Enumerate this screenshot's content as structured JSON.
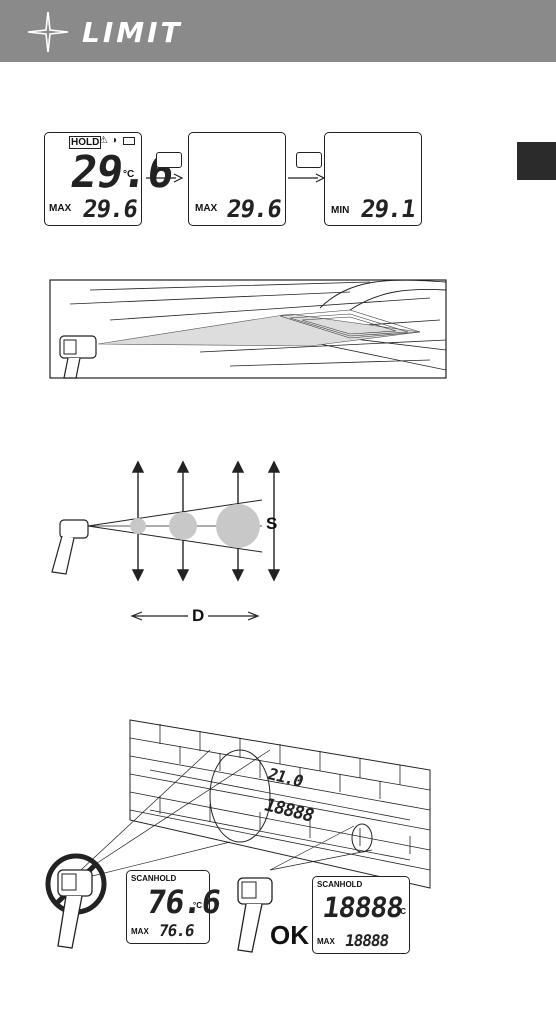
{
  "header": {
    "brand": "LIMIT",
    "logo_icon": "cross-star-logo"
  },
  "display_sequence": [
    {
      "status": "HOLD",
      "main_value": "29.6",
      "unit": "°C",
      "mode_label": "MAX",
      "mode_value": "29.6"
    },
    {
      "status": "",
      "main_value": "",
      "unit": "",
      "mode_label": "MAX",
      "mode_value": "29.6"
    },
    {
      "status": "",
      "main_value": "",
      "unit": "",
      "mode_label": "MIN",
      "mode_value": "29.1"
    }
  ],
  "distance_diagram": {
    "spot_label": "S",
    "distance_label": "D"
  },
  "wall_scene": {
    "wall_readings": [
      "21.0",
      "18888"
    ],
    "wrong_display": {
      "status": "SCANHOLD",
      "main_value": "76.6",
      "unit": "°C",
      "mode_label": "MAX",
      "mode_value": "76.6"
    },
    "ok_display": {
      "status": "SCANHOLD",
      "main_value": "18888",
      "unit": "°C",
      "mode_label": "MAX",
      "mode_value": "18888"
    },
    "ok_label": "OK"
  },
  "colors": {
    "header_bg": "#8a8a8a",
    "side_tab": "#2b2b2b",
    "spot_fill": "#c8c8c8"
  }
}
